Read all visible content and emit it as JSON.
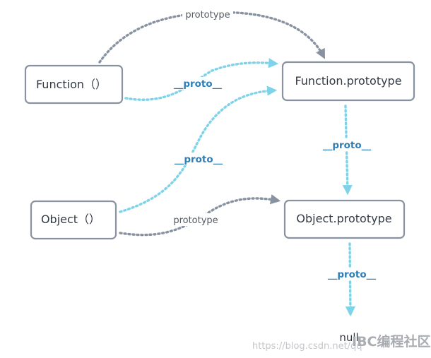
{
  "nodes": {
    "function_ctor": "Function（）",
    "object_ctor": "Object（）",
    "function_prototype": "Function.prototype",
    "object_prototype": "Object.prototype",
    "null": "null"
  },
  "edges": [
    {
      "from": "Function（）",
      "to": "Function.prototype",
      "label": "prototype",
      "kind": "prototype"
    },
    {
      "from": "Function（）",
      "to": "Function.prototype",
      "label": "__proto__",
      "kind": "__proto__"
    },
    {
      "from": "Object（）",
      "to": "Function.prototype",
      "label": "__proto__",
      "kind": "__proto__"
    },
    {
      "from": "Object（）",
      "to": "Object.prototype",
      "label": "prototype",
      "kind": "prototype"
    },
    {
      "from": "Function.prototype",
      "to": "Object.prototype",
      "label": "__proto__",
      "kind": "__proto__"
    },
    {
      "from": "Object.prototype",
      "to": "null",
      "label": "__proto__",
      "kind": "__proto__"
    }
  ],
  "watermark": {
    "url": "https://blog.csdn.net/qq",
    "brand": "IBC编程社区"
  },
  "colors": {
    "proto_edge": "#7fd3e8",
    "prototype_edge": "#8892a0",
    "proto_label": "#2f7fb6",
    "node_border": "#8892a0"
  }
}
